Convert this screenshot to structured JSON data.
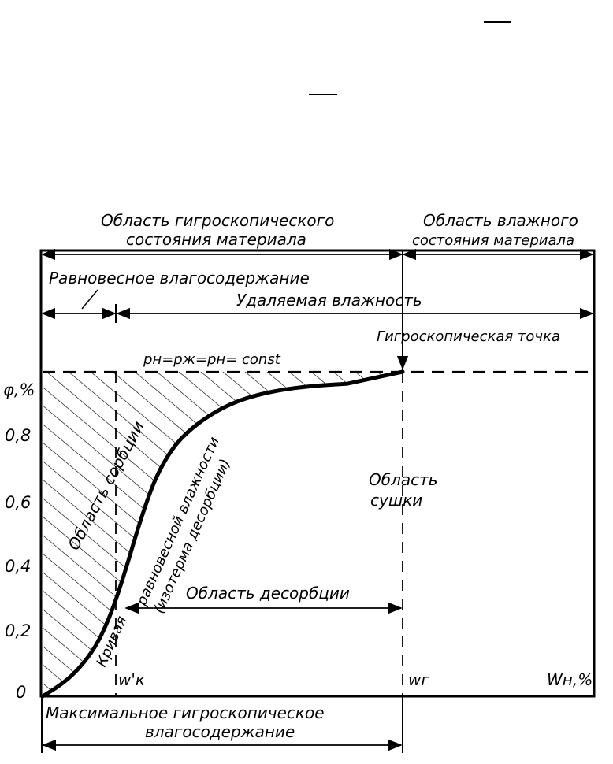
{
  "top_regions": {
    "hygroscopic_line1": "Область гигроскопического",
    "hygroscopic_line2": "состояния материала",
    "moist_line1": "Область влажного",
    "moist_line2": "состояния материала"
  },
  "labels": {
    "equilibrium_moisture": "Равновесное влагосодержание",
    "removable_moisture": "Удаляемая влажность",
    "hygroscopic_point": "Гигроскопическая точка",
    "constant_pressure": "pн=pж=pн= const",
    "sorption_area": "Область сорбции",
    "curve_line1": "равновесной влажности",
    "curve_line2": "(изотерма десорбции)",
    "curve_word": "Кривая",
    "drying_area_line1": "Область",
    "drying_area_line2": "сушки",
    "desorption_area": "Область десорбции",
    "max_hygro_line1": "Максимальное гигроскопическое",
    "max_hygro_line2": "влагосодержание"
  },
  "axes": {
    "y_label": "φ,%",
    "y_ticks": [
      "0",
      "0,2",
      "0,4",
      "0,6",
      "0,8"
    ],
    "x_marks": {
      "wk": "w'к",
      "wg": "wг",
      "wn": "Wн,%"
    }
  },
  "curve_points": [
    [
      0.0,
      0.0
    ],
    [
      0.03,
      0.03
    ],
    [
      0.06,
      0.07
    ],
    [
      0.09,
      0.13
    ],
    [
      0.11,
      0.19
    ],
    [
      0.13,
      0.27
    ],
    [
      0.15,
      0.37
    ],
    [
      0.17,
      0.48
    ],
    [
      0.19,
      0.58
    ],
    [
      0.21,
      0.66
    ],
    [
      0.24,
      0.74
    ],
    [
      0.28,
      0.8
    ],
    [
      0.33,
      0.85
    ],
    [
      0.38,
      0.88
    ],
    [
      0.44,
      0.9
    ],
    [
      0.5,
      0.91
    ],
    [
      0.55,
      0.915
    ]
  ],
  "curve_domain": {
    "x_max": 0.65,
    "phi_const": 0.95
  },
  "colors": {
    "ink": "#000000",
    "paper": "#ffffff"
  }
}
